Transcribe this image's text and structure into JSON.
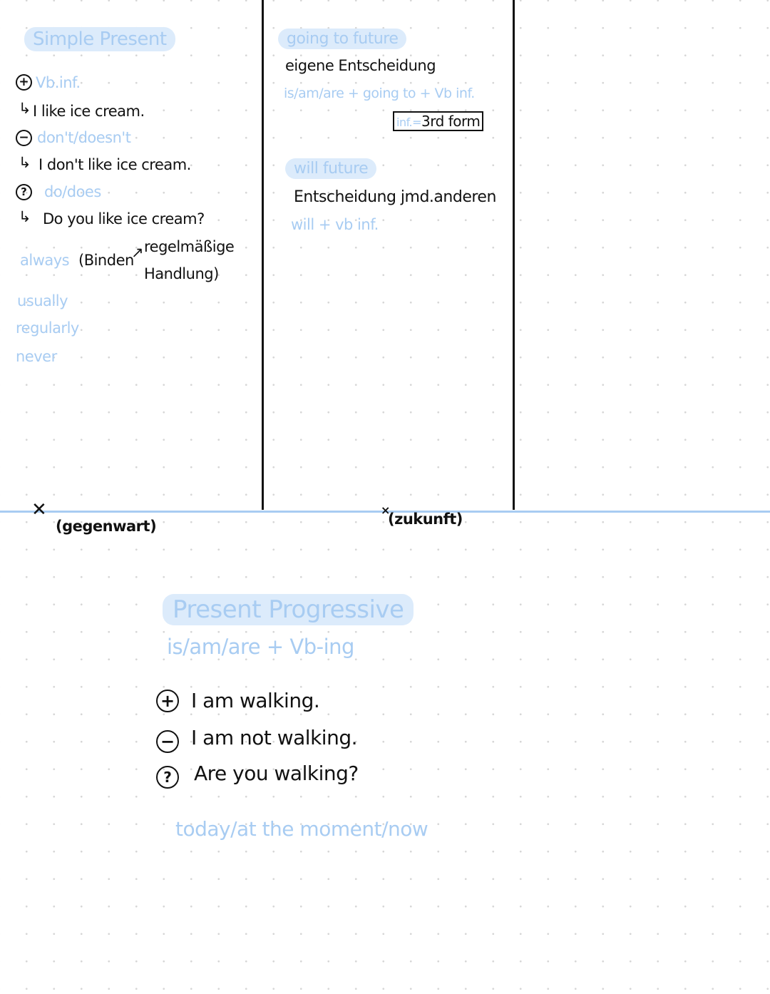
{
  "simple_present": {
    "title": "Simple Present",
    "positive_rule": "Vb.inf.",
    "positive_example": "I like ice cream.",
    "negative_rule": "don't/doesn't",
    "negative_example": "I don't like ice cream.",
    "question_rule": "do/does",
    "question_example": "Do you like ice cream?",
    "signal_always": "always",
    "note_binden": "(Binden",
    "note_regelmaessige": "regelmäßige",
    "note_handlung": "Handlung)",
    "signal_usually": "usually",
    "signal_regularly": "regularly",
    "signal_never": "never",
    "timeline_label": "(gegenwart)"
  },
  "going_to_future": {
    "title": "going to future",
    "meaning": "eigene Entscheidung",
    "rule": "is/am/are + going to + Vb inf.",
    "box_prefix": "inf.=",
    "box_text": "3rd form"
  },
  "will_future": {
    "title": "will future",
    "meaning": "Entscheidung jmd.anderen",
    "rule": "will + vb inf.",
    "timeline_label": "(zukunft)"
  },
  "present_progressive": {
    "title": "Present Progressive",
    "rule": "is/am/are + Vb-ing",
    "positive_example": "I am walking.",
    "negative_example": "I am not walking.",
    "question_example": "Are you walking?",
    "signal_words": "today/at the moment/now"
  },
  "symbols": {
    "plus": "+",
    "minus": "−",
    "question": "?",
    "arrow": "↳",
    "up_arrow": "↗",
    "cross": "✕",
    "small_cross": "×"
  }
}
